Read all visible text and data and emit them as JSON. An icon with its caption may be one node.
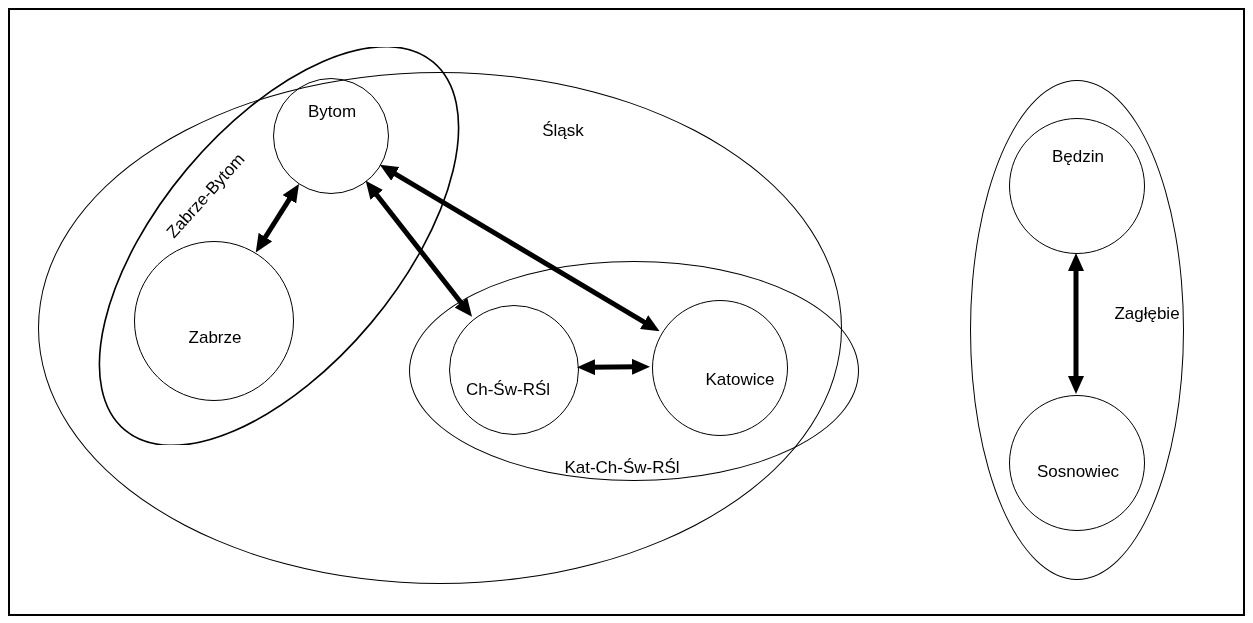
{
  "diagram": {
    "nodes": [
      {
        "text": [
          "Śląsk"
        ]
      },
      {
        "text": [
          "Zabrze-Bytom"
        ],
        "in": 0
      },
      {
        "text": [
          "Bytom"
        ],
        "in": 1
      },
      {
        "text": [
          "Zabrze"
        ],
        "in": 1
      },
      {
        "text": [
          "Kat-Ch-Św-RŚl"
        ],
        "in": 0
      },
      {
        "text": [
          "Ch-Św-RŚl"
        ],
        "in": 4
      },
      {
        "text": [
          "Katowice"
        ],
        "in": 4
      },
      {
        "text": [
          "Zagłębie"
        ]
      },
      {
        "text": [
          "Będzin"
        ],
        "in": 7
      },
      {
        "text": [
          "Sosnowiec"
        ],
        "in": 7
      }
    ],
    "edges": [
      {
        "from": 2,
        "to": 3,
        "arrow": "both"
      },
      {
        "from": 2,
        "to": 5,
        "arrow": "both"
      },
      {
        "from": 2,
        "to": 6,
        "arrow": "both"
      },
      {
        "from": 5,
        "to": 6,
        "arrow": "both"
      },
      {
        "from": 8,
        "to": 9,
        "arrow": "both"
      }
    ]
  }
}
